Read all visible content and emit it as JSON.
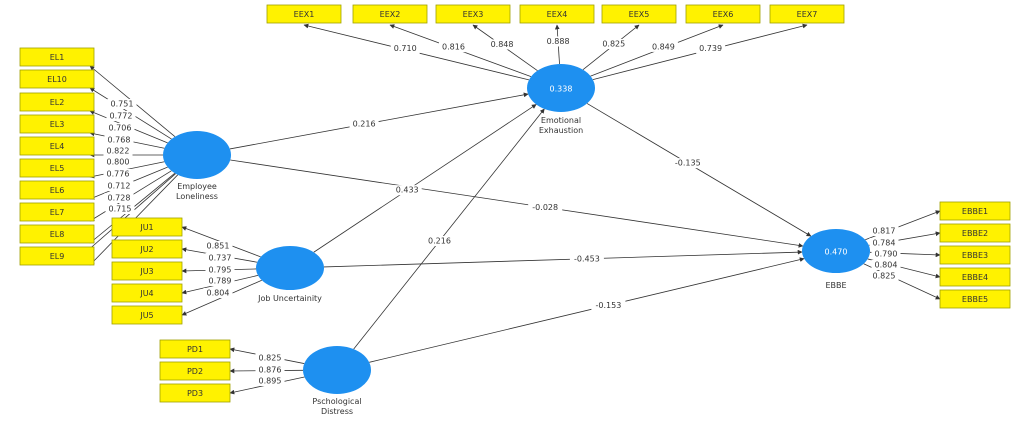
{
  "constructs": [
    {
      "id": "EL",
      "name_lines": [
        "Employee",
        "Loneliness"
      ]
    },
    {
      "id": "JU",
      "name_lines": [
        "Job Uncertainity"
      ]
    },
    {
      "id": "PD",
      "name_lines": [
        "Pschological",
        "Distress"
      ]
    },
    {
      "id": "EEX",
      "name_lines": [
        "Emotional",
        "Exhaustion"
      ],
      "r2": "0.338"
    },
    {
      "id": "EBBE",
      "name_lines": [
        "EBBE"
      ],
      "r2": "0.470"
    }
  ],
  "indicators": {
    "EEX": [
      {
        "label": "EEX1",
        "loading": "0.710"
      },
      {
        "label": "EEX2",
        "loading": "0.816"
      },
      {
        "label": "EEX3",
        "loading": "0.848"
      },
      {
        "label": "EEX4",
        "loading": "0.888"
      },
      {
        "label": "EEX5",
        "loading": "0.825"
      },
      {
        "label": "EEX6",
        "loading": "0.849"
      },
      {
        "label": "EEX7",
        "loading": "0.739"
      }
    ],
    "EL": [
      {
        "label": "EL1",
        "loading": ""
      },
      {
        "label": "EL10",
        "loading": "0.751"
      },
      {
        "label": "EL2",
        "loading": "0.772"
      },
      {
        "label": "EL3",
        "loading": "0.706"
      },
      {
        "label": "EL4",
        "loading": "0.768"
      },
      {
        "label": "EL5",
        "loading": "0.822"
      },
      {
        "label": "EL6",
        "loading": "0.800"
      },
      {
        "label": "EL7",
        "loading": "0.776"
      },
      {
        "label": "EL8",
        "loading": "0.712"
      },
      {
        "label": "EL9",
        "loading": "0.728"
      },
      {
        "label": "",
        "loading": "0.715"
      }
    ],
    "JU": [
      {
        "label": "JU1",
        "loading": "0.851"
      },
      {
        "label": "JU2",
        "loading": "0.737"
      },
      {
        "label": "JU3",
        "loading": "0.795"
      },
      {
        "label": "JU4",
        "loading": "0.789"
      },
      {
        "label": "JU5",
        "loading": "0.804"
      }
    ],
    "PD": [
      {
        "label": "PD1",
        "loading": "0.825"
      },
      {
        "label": "PD2",
        "loading": "0.876"
      },
      {
        "label": "PD3",
        "loading": "0.895"
      }
    ],
    "EBBE": [
      {
        "label": "EBBE1",
        "loading": "0.817"
      },
      {
        "label": "EBBE2",
        "loading": "0.784"
      },
      {
        "label": "EBBE3",
        "loading": "0.790"
      },
      {
        "label": "EBBE4",
        "loading": "0.804"
      },
      {
        "label": "EBBE5",
        "loading": "0.825"
      }
    ]
  },
  "paths": [
    {
      "from": "EL",
      "to": "EEX",
      "coef": "0.216"
    },
    {
      "from": "EL",
      "to": "EBBE",
      "coef": "-0.028"
    },
    {
      "from": "JU",
      "to": "EEX",
      "coef": "0.433"
    },
    {
      "from": "JU",
      "to": "EBBE",
      "coef": "-0.453"
    },
    {
      "from": "PD",
      "to": "EEX",
      "coef": "0.216"
    },
    {
      "from": "PD",
      "to": "EBBE",
      "coef": "-0.153"
    },
    {
      "from": "EEX",
      "to": "EBBE",
      "coef": "-0.135"
    }
  ],
  "colors": {
    "construct": "#1e90f0",
    "indicator_fill": "#fff200",
    "line": "#333333"
  }
}
